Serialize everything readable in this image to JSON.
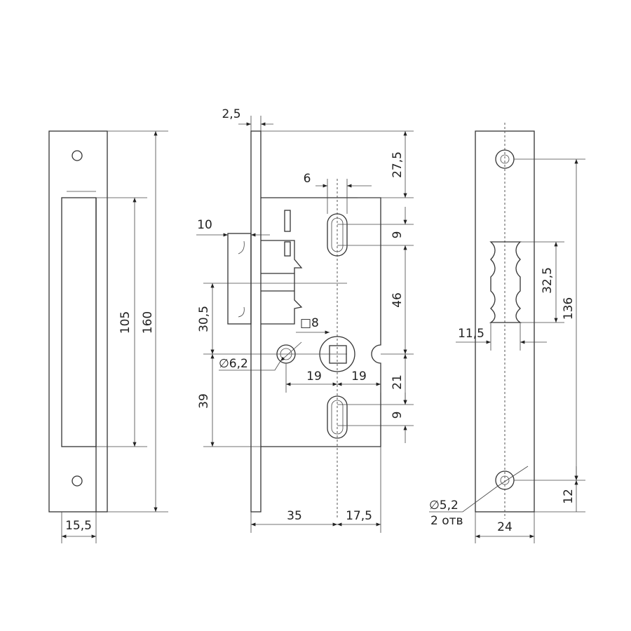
{
  "left_view": {
    "dim_160": "160",
    "dim_105": "105",
    "dim_15_5": "15,5"
  },
  "middle_view": {
    "dim_2_5": "2,5",
    "dim_27_5": "27,5",
    "dim_6": "6",
    "dim_10": "10",
    "dim_9_top": "9",
    "dim_46": "46",
    "dim_30_5": "30,5",
    "dim_square_8": "□8",
    "dim_dia_6_2": "∅6,2",
    "dim_19_left": "19",
    "dim_19_right": "19",
    "dim_21": "21",
    "dim_39": "39",
    "dim_9_bottom": "9",
    "dim_35": "35",
    "dim_17_5": "17,5"
  },
  "right_view": {
    "dim_136": "136",
    "dim_32_5": "32,5",
    "dim_11_5": "11,5",
    "dim_12": "12",
    "dim_24": "24",
    "dim_dia_5_2": "∅5,2",
    "holes_note": "2 отв"
  }
}
